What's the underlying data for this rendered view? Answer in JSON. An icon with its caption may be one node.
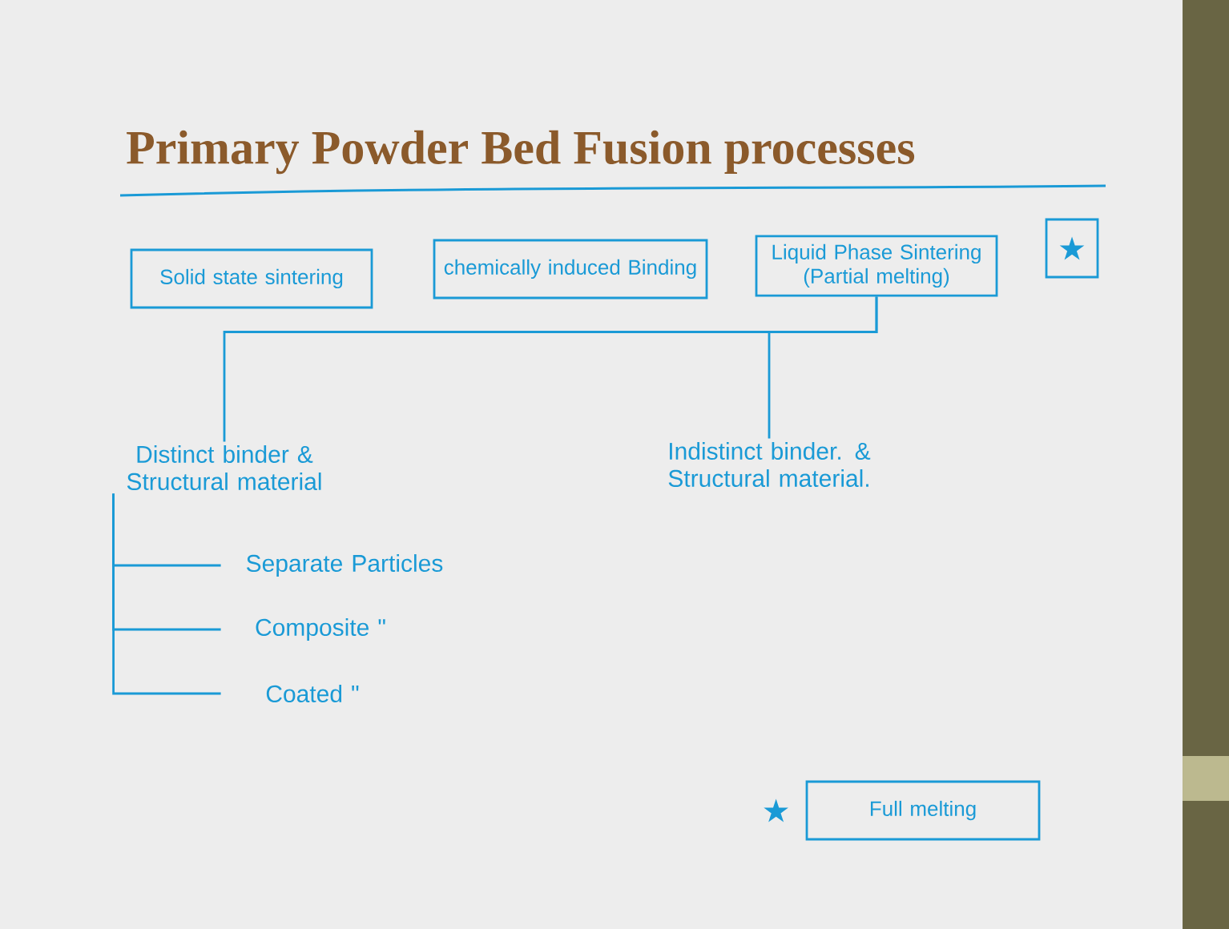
{
  "diagram": {
    "title": "Primary Powder Bed Fusion processes",
    "nodes": [
      {
        "text": [
          "Solid state sintering"
        ]
      },
      {
        "text": [
          "chemically induced Binding"
        ]
      },
      {
        "text": [
          "Liquid Phase Sintering (Partial melting)"
        ]
      },
      {
        "text": [
          "★"
        ]
      },
      {
        "text": [
          "Distinct binder & Structural material"
        ]
      },
      {
        "text": [
          "Indistinct binder. & Structural material."
        ]
      },
      {
        "text": [
          "Separate Particles"
        ]
      },
      {
        "text": [
          "Composite \""
        ]
      },
      {
        "text": [
          "Coated \""
        ]
      },
      {
        "text": [
          "Full melting"
        ],
        "beside": [
          "★"
        ]
      }
    ],
    "edges": [
      {
        "from": 2,
        "to": 4,
        "arrow": "none"
      },
      {
        "from": 2,
        "to": 5,
        "arrow": "none"
      },
      {
        "from": 4,
        "to": 6,
        "arrow": "none"
      },
      {
        "from": 4,
        "to": 7,
        "arrow": "none"
      },
      {
        "from": 4,
        "to": 8,
        "arrow": "none"
      }
    ]
  }
}
